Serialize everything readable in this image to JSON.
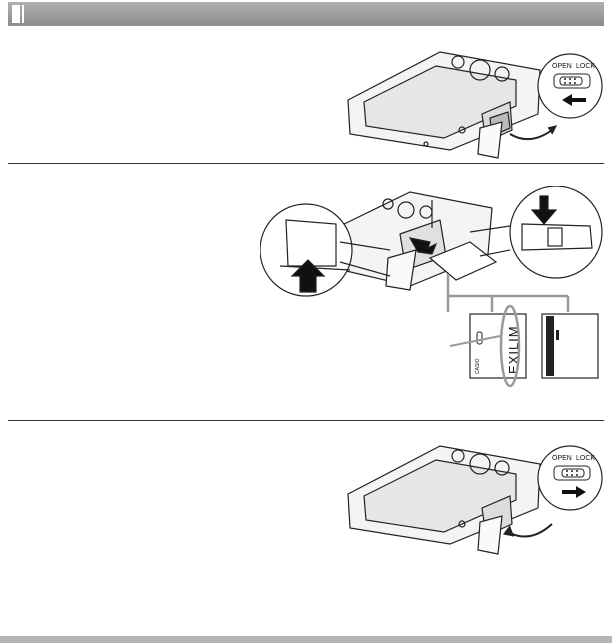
{
  "switch": {
    "open_label": "OPEN",
    "lock_label": "LOCK"
  },
  "battery": {
    "brand_logo": "EXILIM",
    "maker": "CASIO"
  },
  "colors": {
    "header": "#999999",
    "divider": "#333333",
    "line_art": "#222222",
    "highlight": "#999999"
  }
}
